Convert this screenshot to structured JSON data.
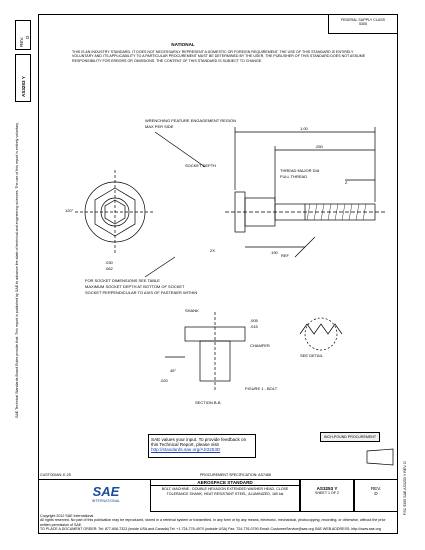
{
  "header_box": {
    "line1": "FEDERAL SUPPLY CLASS",
    "line2": "5305"
  },
  "left_tab": {
    "rev_label": "REV.",
    "rev_value": "D",
    "doc_number": "AS3253 Y"
  },
  "title": "NATIONAL",
  "notice": "THIS IS AN INDUSTRY STANDARD. IT DOES NOT NECESSARILY REPRESENT A DOMESTIC OR FOREIGN REQUIREMENT. THE USE OF THIS STANDARD IS ENTIRELY VOLUNTARY AND ITS APPLICABILITY TO A PARTICULAR PROCUREMENT MUST BE DETERMINED BY THE USER. THE PUBLISHER OF THIS STANDARD DOES NOT ASSUME RESPONSIBILITY FOR ERRORS OR OMISSIONS. THE CONTENT OF THIS STANDARD IS SUBJECT TO CHANGE.",
  "drawing": {
    "callouts": [
      "WRENCHING FEATURE ENGAGEMENT REGION",
      "MAX PER SIDE",
      "THREAD MAJOR DIA",
      "FULL THREAD",
      "SOCKET DEPTH",
      "REF",
      "FOR SOCKET DIMENSIONS SEE TABLE",
      "MAXIMUM SOCKET DEPTH AT BOTTOM OF SOCKET",
      "SOCKET PERPENDICULAR TO AXIS OF FASTENER WITHIN",
      "SHANK",
      "CHAMFER",
      "SEE DETAIL",
      "SECTION B-B",
      "FIGURE 1 - BOLT"
    ],
    "dims": [
      "1.00",
      ".250",
      ".190",
      "120°",
      ".030",
      ".062",
      "45°",
      ".005",
      ".015",
      ".020",
      "2X",
      "Z"
    ]
  },
  "feedback": {
    "text": "SAE values your input. To provide feedback on this Technical Report, please visit",
    "url": "http://standards.sae.org/AS3253D"
  },
  "inch_box": "INCH-POUND PROCUREMENT",
  "bottom_left": "CUSTODIAN: E-25",
  "bottom_mid": "PROCUREMENT SPECIFICATION: AS7468",
  "title_block": {
    "heading": "AEROSPACE STANDARD",
    "description": "BOLT, MACHINE - DOUBLE HEXAGON EXTENDED WASHER HEAD, CLOSE TOLERANCE SHANK, HEAT RESISTANT STEEL, ALUMINIZED, 180 ksi",
    "doc_label": "AS3253 Y",
    "sheet": "SHEET 1 OF 2",
    "rev_label": "REV.",
    "rev_value": "D"
  },
  "logo_text": "SAE",
  "logo_sub": "INTERNATIONAL",
  "footer": {
    "copyright": "Copyright 2012 SAE International",
    "rights": "All rights reserved. No part of this publication may be reproduced, stored in a retrieval system or transmitted, in any form or by any means, electronic, mechanical, photocopying, recording, or otherwise, without the prior written permission of SAE.",
    "contact": "TO PLACE A DOCUMENT ORDER: Tel: 877-606-7323 (inside USA and Canada)  Tel: +1 724-776-4970 (outside USA)  Fax: 724-776-0790  Email: CustomerService@sae.org  SAE WEB ADDRESS: http://www.sae.org"
  },
  "side_strip": "SAE Technical Standards Board Rules provide that: This report is published by SAE to advance the state of technical and engineering sciences. The use of this report is entirely voluntary.",
  "right_strip": "FSC 5305  SAE  AS3253 Y  REV. D"
}
